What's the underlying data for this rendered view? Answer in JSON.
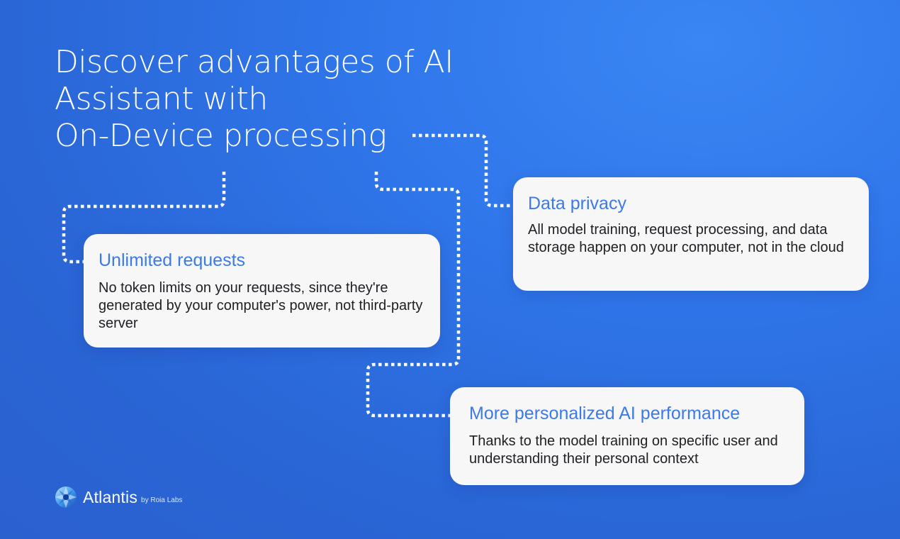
{
  "title": {
    "line1": "Discover advantages of AI",
    "line2": "Assistant with",
    "line3": "On-Device processing"
  },
  "cards": [
    {
      "id": "unlimited",
      "title": "Unlimited requests",
      "text": "No token limits on your requests, since they're generated by your computer's power, not third-party server"
    },
    {
      "id": "privacy",
      "title": "Data privacy",
      "text": "All model training, request processing, and data storage happen on your computer, not in the cloud"
    },
    {
      "id": "personalized",
      "title": "More personalized AI performance",
      "text": "Thanks to the model training on specific user and understanding their personal context"
    }
  ],
  "brand": {
    "name": "Atlantis",
    "by": "by Roia Labs",
    "logo_icon": "atlantis-logo-icon"
  },
  "colors": {
    "background": "#2f76ea",
    "card_background": "#f7f7f8",
    "card_title": "#3b7ae8",
    "card_text": "#1f1f24",
    "connector": "#ffffff"
  }
}
